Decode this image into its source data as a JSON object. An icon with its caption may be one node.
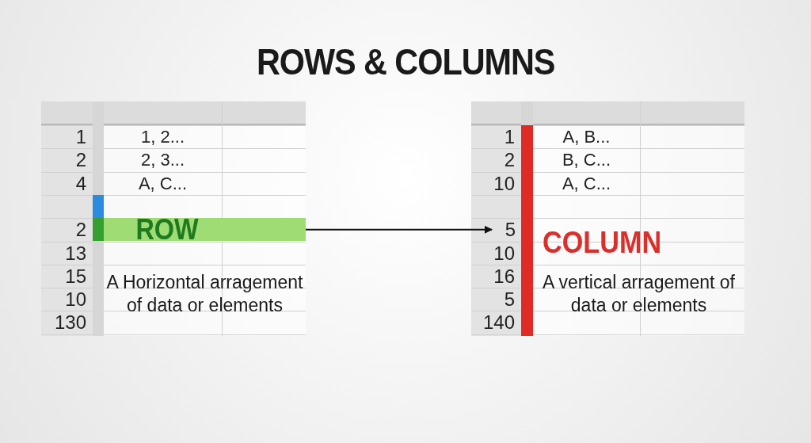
{
  "diagram": {
    "title": "ROWS & COLUMNS",
    "nodes": [
      {
        "text": [
          "ROW"
        ]
      },
      {
        "text": [
          "5"
        ]
      }
    ],
    "edges": [
      {
        "from": 0,
        "to": 1,
        "arrow": "to"
      }
    ],
    "labels": [
      "1",
      "2",
      "4",
      "2",
      "13",
      "15",
      "10",
      "130",
      "1, 2...",
      "2, 3...",
      "A, C...",
      "A Horizontal arragement of data or elements",
      "1",
      "2",
      "10",
      "10",
      "16",
      "5",
      "140",
      "A, B...",
      "B, C...",
      "A, C...",
      "COLUMN",
      "A vertical arragement of data or elements"
    ]
  }
}
